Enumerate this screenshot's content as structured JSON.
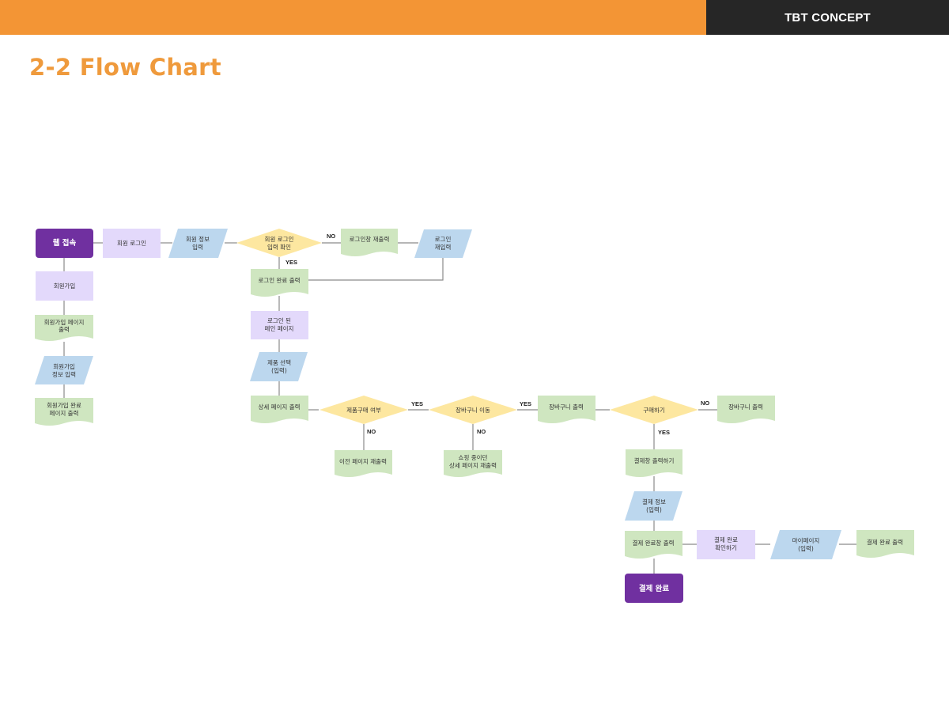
{
  "header": {
    "brand": "TBT CONCEPT"
  },
  "page": {
    "title": "2-2  Flow Chart"
  },
  "colors": {
    "accent": "#f39535",
    "title": "#ef9a3c",
    "dark_bar": "#262626",
    "terminal": "#7030a0",
    "process": "#e3d9fb",
    "io": "#bcd7ee",
    "decision": "#fde7a0",
    "document": "#cfe6c0"
  },
  "nodes": {
    "web_access": "웹 접속",
    "signup": "회원가입",
    "signup_page_output": [
      "회원가입 페이지",
      "출력"
    ],
    "signup_info_input": [
      "회원가입",
      "정보 입력"
    ],
    "signup_complete_page_output": [
      "회원가입 완료",
      "페이지 출력"
    ],
    "member_login": "회원 로그인",
    "member_info_input": [
      "회원 정보",
      "입력"
    ],
    "login_check": [
      "회원 로그인",
      "입력 확인"
    ],
    "login_window_reoutput": "로그인창 재출력",
    "login_reinput": [
      "로그인",
      "재입력"
    ],
    "login_complete_output": "로그인 완료 출력",
    "main_page_after_login": [
      "로그인 된",
      "메인 페이지"
    ],
    "product_select": [
      "제품 선택",
      "(입력)"
    ],
    "detail_page_output": "상세 페이지 출력",
    "purchase_decision": "제품구매 여부",
    "prev_page_reoutput": "이전 페이지 재출력",
    "cart_move": "장바구니 이동",
    "shopping_detail_reoutput": [
      "쇼핑 중이던",
      "상세 페이지 재출력"
    ],
    "cart_output": "장바구니 출력",
    "buy_decision": "구매하기",
    "cart_output_no": "장바구니 출력",
    "payment_window_output": "결제창 출력하기",
    "payment_info": [
      "결제 정보",
      "(입력)"
    ],
    "payment_complete_window_output": "결제 완료창 출력",
    "payment_complete_check": [
      "결제 완료",
      "확인하기"
    ],
    "mypage": [
      "마이페이지",
      "(입력)"
    ],
    "payment_complete_output": "결제 완료 출력",
    "payment_done": "결제 완료"
  },
  "edge_labels": {
    "no": "NO",
    "yes": "YES"
  }
}
